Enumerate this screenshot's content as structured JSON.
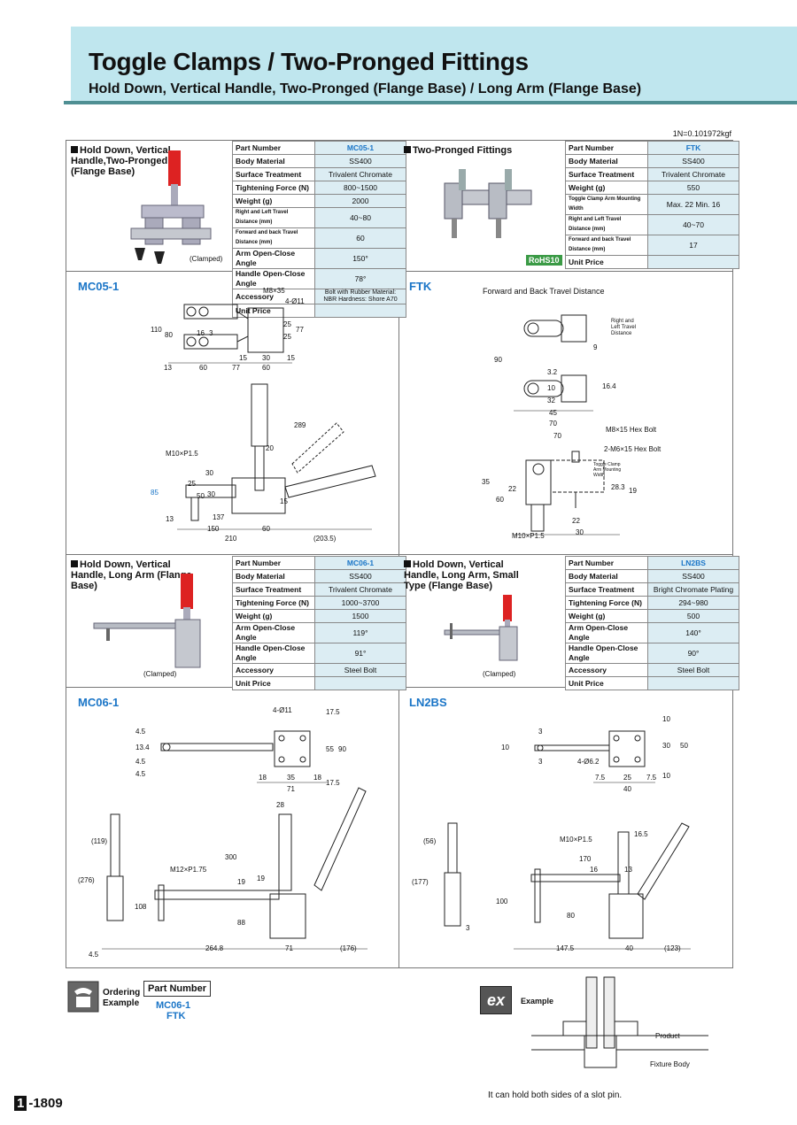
{
  "header": {
    "title": "Toggle Clamps / Two-Pronged Fittings",
    "subtitle": "Hold Down, Vertical Handle, Two-Pronged (Flange Base) / Long Arm (Flange Base)"
  },
  "conversion": "1N=0.101972kgf",
  "products": {
    "mc05": {
      "name": "Hold Down, Vertical Handle,Two-Pronged (Flange Base)",
      "caption": "(Clamped)",
      "section": "MC05-1",
      "rows": [
        [
          "Part Number",
          "MC05-1"
        ],
        [
          "Body Material",
          "SS400"
        ],
        [
          "Surface Treatment",
          "Trivalent Chromate"
        ],
        [
          "Tightening Force (N)",
          "800~1500"
        ],
        [
          "Weight (g)",
          "2000"
        ],
        [
          "Right and Left Travel Distance (mm)",
          "40~80"
        ],
        [
          "Forward and back Travel Distance (mm)",
          "60"
        ],
        [
          "Arm Open-Close Angle",
          "150°"
        ],
        [
          "Handle Open-Close Angle",
          "78°"
        ],
        [
          "Accessory",
          "Bolt with Rubber Material: NBR Hardness: Shore A70"
        ],
        [
          "Unit Price",
          ""
        ]
      ]
    },
    "ftk": {
      "name": "Two-Pronged Fittings",
      "badge": "RoHS10",
      "section": "FTK",
      "rows": [
        [
          "Part Number",
          "FTK"
        ],
        [
          "Body Material",
          "SS400"
        ],
        [
          "Surface Treatment",
          "Trivalent Chromate"
        ],
        [
          "Weight (g)",
          "550"
        ],
        [
          "Toggle Clamp Arm Mounting Width",
          "Max. 22 Min. 16"
        ],
        [
          "Right and Left Travel Distance (mm)",
          "40~70"
        ],
        [
          "Forward and back Travel Distance (mm)",
          "17"
        ],
        [
          "Unit Price",
          ""
        ]
      ]
    },
    "mc06": {
      "name": "Hold Down, Vertical Handle, Long Arm (Flange Base)",
      "caption": "(Clamped)",
      "section": "MC06-1",
      "rows": [
        [
          "Part Number",
          "MC06-1"
        ],
        [
          "Body Material",
          "SS400"
        ],
        [
          "Surface Treatment",
          "Trivalent Chromate"
        ],
        [
          "Tightening Force (N)",
          "1000~3700"
        ],
        [
          "Weight (g)",
          "1500"
        ],
        [
          "Arm Open-Close Angle",
          "119°"
        ],
        [
          "Handle Open-Close Angle",
          "91°"
        ],
        [
          "Accessory",
          "Steel Bolt"
        ],
        [
          "Unit Price",
          ""
        ]
      ]
    },
    "ln2bs": {
      "name": "Hold Down, Vertical Handle, Long Arm, Small Type (Flange Base)",
      "caption": "(Clamped)",
      "section": "LN2BS",
      "rows": [
        [
          "Part Number",
          "LN2BS"
        ],
        [
          "Body Material",
          "SS400"
        ],
        [
          "Surface Treatment",
          "Bright Chromate Plating"
        ],
        [
          "Tightening Force (N)",
          "294~980"
        ],
        [
          "Weight (g)",
          "500"
        ],
        [
          "Arm Open-Close Angle",
          "140°"
        ],
        [
          "Handle Open-Close Angle",
          "90°"
        ],
        [
          "Accessory",
          "Steel Bolt"
        ],
        [
          "Unit Price",
          ""
        ]
      ]
    }
  },
  "dims": {
    "mc05_top": [
      "M8×35",
      "4-Ø11",
      "110",
      "80",
      "16",
      "3",
      "25",
      "25",
      "77",
      "15",
      "30",
      "15",
      "13",
      "60",
      "77",
      "60"
    ],
    "mc05_side": [
      "289",
      "20",
      "M10×P1.5",
      "30",
      "25",
      "85",
      "50",
      "30",
      "15",
      "13",
      "137",
      "150",
      "60",
      "210",
      "(203.5)"
    ],
    "ftk_top": [
      "Forward and Back Travel Distance",
      "90",
      "9",
      "3.2",
      "10",
      "32",
      "16.4",
      "45",
      "70",
      "Right and Left Travel Distance"
    ],
    "ftk_side": [
      "70",
      "M8×15 Hex Bolt",
      "2-M6×15 Hex Bolt",
      "35",
      "22",
      "60",
      "28.3",
      "19",
      "22",
      "30",
      "M10×P1.5",
      "Toggle Clamp Arm Mounting Width"
    ],
    "mc06_top": [
      "4-Ø11",
      "17.5",
      "4.5",
      "13.4",
      "4.5",
      "55",
      "90",
      "4.5",
      "18",
      "35",
      "18",
      "71",
      "17.5"
    ],
    "mc06_side": [
      "28",
      "(119)",
      "300",
      "M12×P1.75",
      "19",
      "19",
      "(276)",
      "108",
      "88",
      "4.5",
      "264.8",
      "71",
      "(176)"
    ],
    "ln2bs_top": [
      "10",
      "3",
      "10",
      "30",
      "50",
      "3",
      "4-Ø6.2",
      "7.5",
      "25",
      "7.5",
      "40",
      "10"
    ],
    "ln2bs_side": [
      "(56)",
      "M10×P1.5",
      "16.5",
      "170",
      "16",
      "13",
      "(177)",
      "100",
      "80",
      "3",
      "147.5",
      "40",
      "(123)"
    ]
  },
  "ordering": {
    "label1": "Ordering",
    "label2": "Example",
    "header": "Part Number",
    "items": [
      "MC06-1",
      "FTK"
    ]
  },
  "example": {
    "badge": "ex",
    "label": "Example",
    "product": "Product",
    "fixture": "Fixture Body",
    "note": "It can hold both sides of a slot pin."
  },
  "page": {
    "section": "1",
    "number": "-1809"
  }
}
